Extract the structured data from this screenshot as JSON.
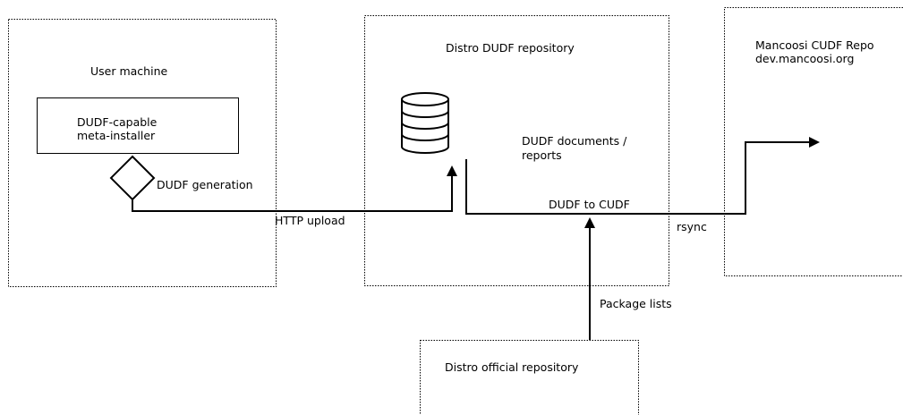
{
  "boxes": {
    "user_machine": "User machine",
    "distro_dudf_repository": "Distro DUDF repository",
    "mancoosi_repo_line1": "Mancoosi CUDF Repo",
    "mancoosi_repo_line2": "dev.mancoosi.org",
    "distro_official_repository": "Distro official repository"
  },
  "nodes": {
    "installer_line1": "DUDF-capable",
    "installer_line2": "meta-installer",
    "documents_line1": "DUDF documents /",
    "documents_line2": "reports"
  },
  "edges": {
    "dudf_generation": "DUDF generation",
    "http_upload": "HTTP upload",
    "dudf_to_cudf": "DUDF to CUDF",
    "rsync": "rsync",
    "package_lists": "Package lists"
  },
  "colors": {
    "line": "#000000",
    "background": "#ffffff"
  }
}
